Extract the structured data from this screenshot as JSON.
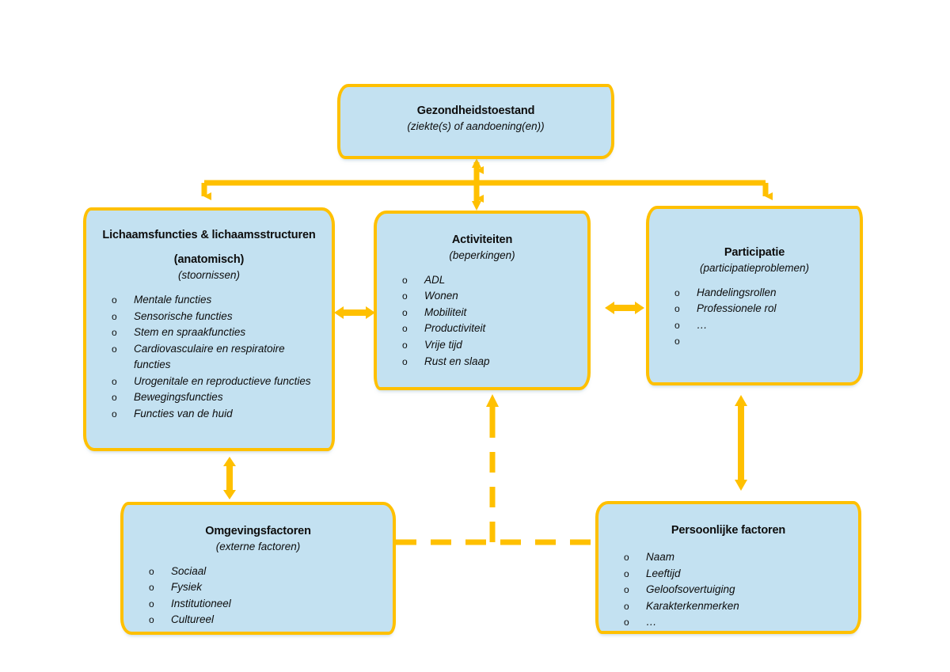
{
  "diagram": {
    "title": "ICF-model",
    "accent_color": "#FFC000",
    "box_fill_color": "#C3E1F1",
    "text_color": "#0D0D0D",
    "bullet_marker": "o"
  },
  "nodes": {
    "health": {
      "name": "Gezondheidstoestand",
      "title": "Gezondheidstoestand",
      "subtitle": "(ziekte(s) of aandoening(en))",
      "bullets": []
    },
    "body": {
      "name": "Lichaamsfuncties & lichaamsstructuren",
      "title_line1": "Lichaamsfuncties & lichaamsstructuren",
      "title_line2": "(anatomisch)",
      "subtitle": "(stoornissen)",
      "bullets": [
        "Mentale functies",
        "Sensorische functies",
        "Stem en spraakfuncties",
        "Cardiovasculaire en respiratoire functies",
        "Urogenitale en reproductieve functies",
        "Bewegingsfuncties",
        "Functies van de huid"
      ]
    },
    "activities": {
      "name": "Activiteiten",
      "title": "Activiteiten",
      "subtitle": "(beperkingen)",
      "bullets": [
        "ADL",
        "Wonen",
        "Mobiliteit",
        "Productiviteit",
        "Vrije tijd",
        "Rust en slaap"
      ]
    },
    "participation": {
      "name": "Participatie",
      "title": "Participatie",
      "subtitle": "(participatieproblemen)",
      "bullets": [
        "Handelingsrollen",
        "Professionele rol",
        "…",
        ""
      ]
    },
    "environmental": {
      "name": "Omgevingsfactoren",
      "title": "Omgevingsfactoren",
      "subtitle": "(externe factoren)",
      "bullets": [
        "Sociaal",
        "Fysiek",
        "Institutioneel",
        "Cultureel"
      ]
    },
    "personal": {
      "name": "Persoonlijke factoren",
      "title": "Persoonlijke factoren",
      "subtitle": "",
      "bullets": [
        "Naam",
        "Leeftijd",
        "Geloofsovertuiging",
        "Karakterkenmerken",
        "…"
      ]
    }
  },
  "connectors": [
    {
      "id": "health-bus",
      "from": "health",
      "to": "body / activities / participatie",
      "style": "solid",
      "arrows": "both"
    },
    {
      "id": "body-activities",
      "from": "body",
      "to": "activities",
      "style": "solid",
      "arrows": "both"
    },
    {
      "id": "activities-participation",
      "from": "activities",
      "to": "participation",
      "style": "solid",
      "arrows": "both"
    },
    {
      "id": "body-environmental",
      "from": "body",
      "to": "environmental",
      "style": "solid",
      "arrows": "both"
    },
    {
      "id": "participation-personal",
      "from": "participation",
      "to": "personal",
      "style": "solid",
      "arrows": "both"
    },
    {
      "id": "factors-activities",
      "from": "environmental / personal",
      "to": "activities",
      "style": "dashed",
      "arrows": "end"
    }
  ]
}
